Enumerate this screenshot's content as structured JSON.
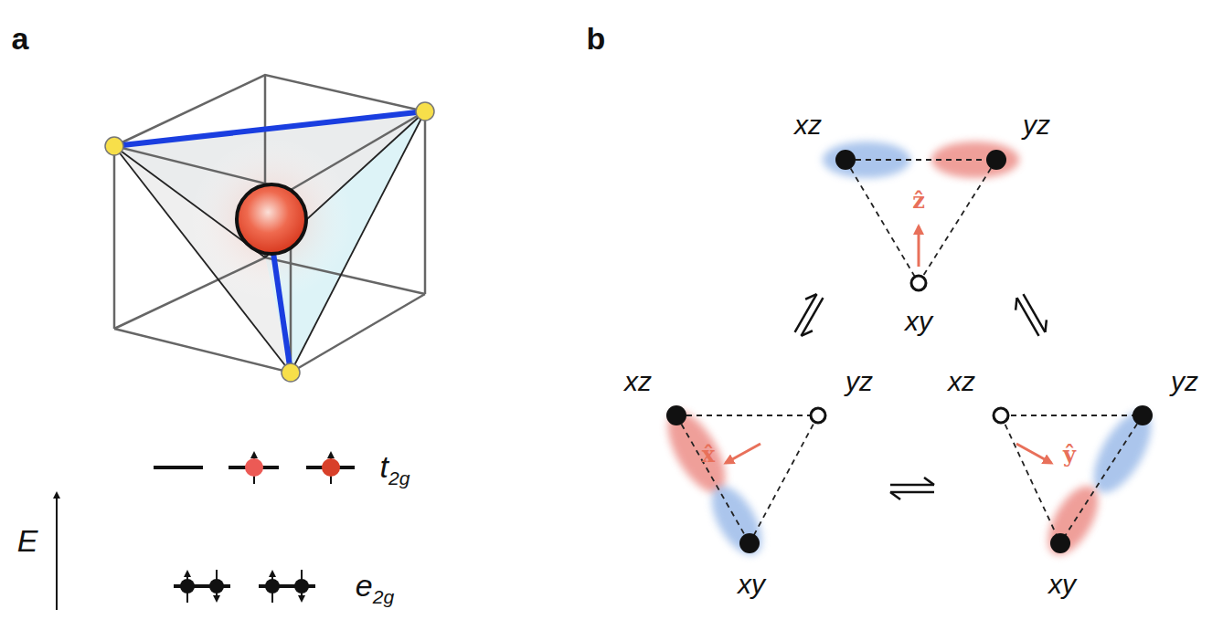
{
  "diagram": {
    "labels": [
      "a",
      "E",
      "t2g",
      "e2g",
      "b",
      "xz",
      "yz",
      "ẑ",
      "xy",
      "xz",
      "yz",
      "x̂",
      "xy",
      "xz",
      "yz",
      "ŷ",
      "xy"
    ]
  }
}
